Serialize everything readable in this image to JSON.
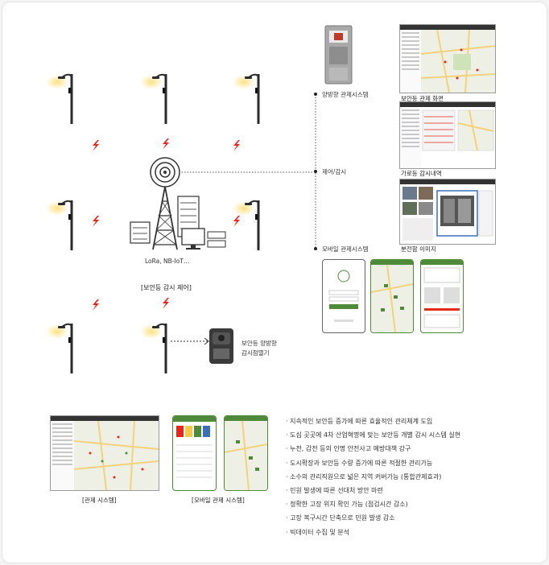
{
  "labels": {
    "network": "LoRa, NB-IoT…",
    "control_title": "[보안등 감시 제어]",
    "sensor": [
      "보안등 양방향",
      "감시점멸기"
    ],
    "cabinet": "양방향 관제시스템",
    "control": "제어/감시",
    "mobile": "모바일 관제시스템",
    "screens": {
      "control_screen": "보안등 관제 화면",
      "history": "가로등 감시내역",
      "cabinet_image": "분전함 이미지"
    },
    "bottom": {
      "control_system": "[관제 시스템]",
      "mobile_system": "[모바일 관제 시스템]"
    }
  },
  "benefits": [
    "· 지속적인 보안등 증가에 따른 효율적인 관리체계 도입",
    "· 도심 곳곳에 4차 산업혁명에 맞는 보안등 개별 감시 시스템 실현",
    "· 누전, 감전 등의 인명 안전사고 예방대책 강구",
    "· 도시확장과 보안등 수량 증가에 따른 적절한 관리가능",
    "· 소수의 관리직원으로 넓은 지역 커버가능 (통합관제효과)",
    "· 민원 발생에 따른 선대처 방안 마련",
    "· 정확한 고장 위치 확인 가능 (점검시간 감소)",
    "· 고장 복구시간 단축으로 민원 발생 감소",
    "· 빅데이터 수집 및 분석"
  ],
  "colors": {
    "accent_red": "#e8271b",
    "lamp_yellow": "#f7c948",
    "phone_green": "#4f8a3a",
    "map_bg": "#eef0e6"
  },
  "icons": [
    "street-lamp-icon",
    "lightning-icon",
    "tower-icon",
    "server-icon",
    "monitor-icon",
    "sensor-device-icon",
    "control-cabinet-icon"
  ]
}
